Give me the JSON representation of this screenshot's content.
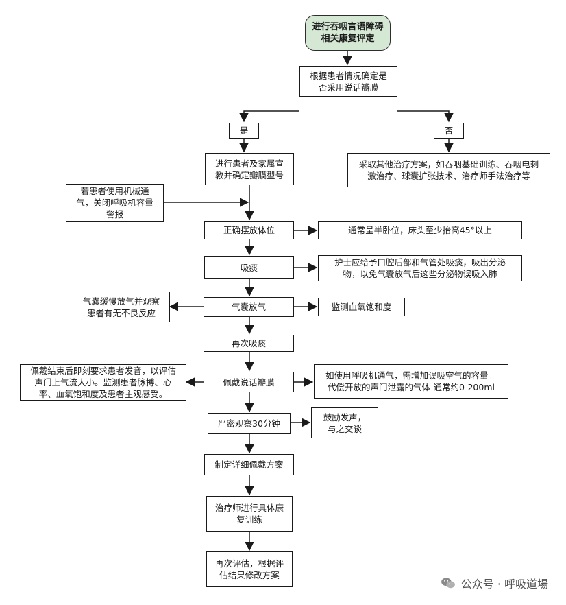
{
  "nodes": {
    "start": "进行吞咽言语障碍\n相关康复评定",
    "decide": "根据患者情况确定是\n否采用说话瓣膜",
    "yes": "是",
    "no": "否",
    "other_treatment": "采取其他治疗方案，如吞咽基础训练、吞咽电刺\n激治疗、球囊扩张技术、治疗师手法治疗等",
    "educate": "进行患者及家属宣\n教并确定瓣膜型号",
    "ventilator_alarm": "若患者使用机械通\n气，关闭呼吸机容量\n警报",
    "position": "正确摆放体位",
    "position_note": "通常呈半卧位，床头至少抬高45°以上",
    "suction": "吸痰",
    "suction_note": "护士应给予口腔后部和气管处吸痰，吸出分泌\n物，以免气囊放气后这些分泌物误吸入肺",
    "deflate": "气囊放气",
    "deflate_left": "气囊缓慢放气并观察\n患者有无不良反应",
    "deflate_right": "监测血氧饱和度",
    "suction_again": "再次吸痰",
    "wear_valve": "佩戴说话瓣膜",
    "wear_left": "佩戴结束后即刻要求患者发音，以评估\n声门上气流大小。监测患者脉搏、心\n率、血氧饱和度及患者主观感受。",
    "wear_right": "如使用呼吸机通气，需增加误吸空气的容量。\n代偿开放的声门泄露的气体-通常约0-200ml",
    "observe": "严密观察30分钟",
    "observe_note": "鼓励发声，\n与之交谈",
    "plan": "制定详细佩戴方案",
    "therapist": "治疗师进行具体康\n复训练",
    "reassess": "再次评估，根据评\n估结果修改方案"
  },
  "watermark": {
    "text": "公众号 · 呼吸道場",
    "icon": "wechat-icon"
  },
  "colors": {
    "start_fill": "#d5e8d4",
    "line": "#1a1a1a"
  }
}
